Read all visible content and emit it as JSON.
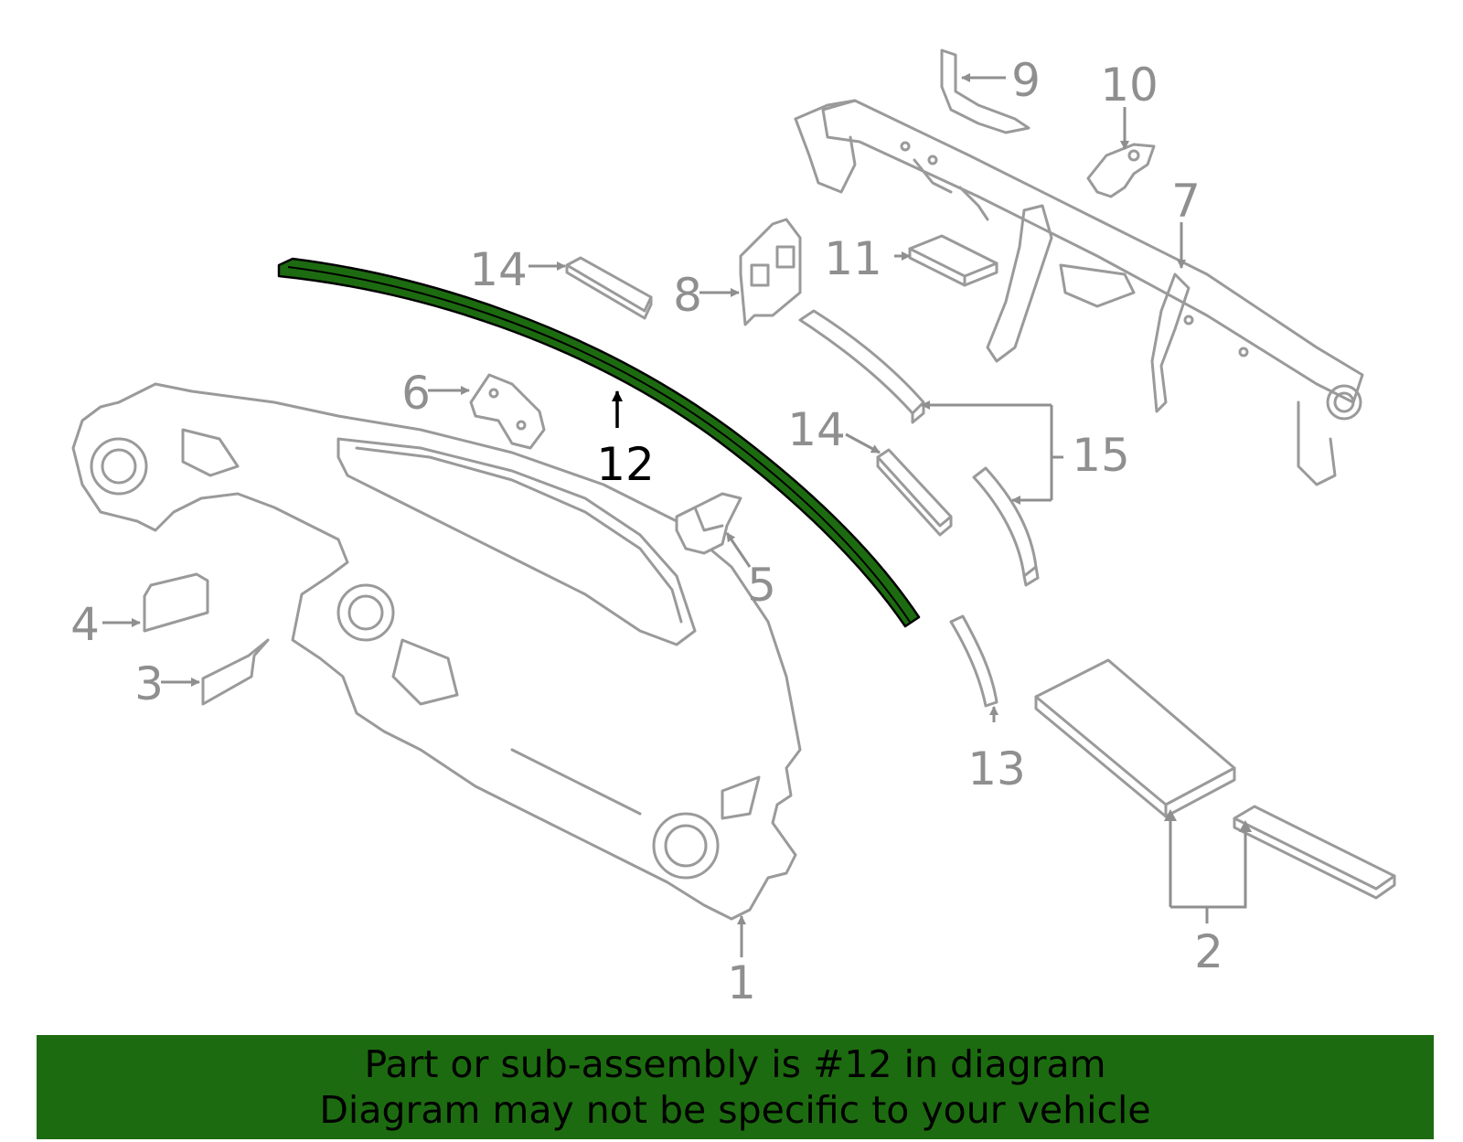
{
  "callouts": {
    "c1": "1",
    "c2": "2",
    "c3": "3",
    "c4": "4",
    "c5": "5",
    "c6": "6",
    "c7": "7",
    "c8": "8",
    "c9": "9",
    "c10": "10",
    "c11": "11",
    "c12": "12",
    "c13": "13",
    "c14a": "14",
    "c14b": "14",
    "c15": "15"
  },
  "highlight": {
    "part": "12",
    "color": "#1d6b10"
  },
  "colors": {
    "line_art": "#9a9a9a",
    "highlight_part": "#1d6b10",
    "banner_bg": "#1d6b10",
    "banner_text": "#000000"
  },
  "banner": {
    "line1": "Part or sub-assembly is #12 in diagram",
    "line2": "Diagram may not be specific to your vehicle"
  }
}
